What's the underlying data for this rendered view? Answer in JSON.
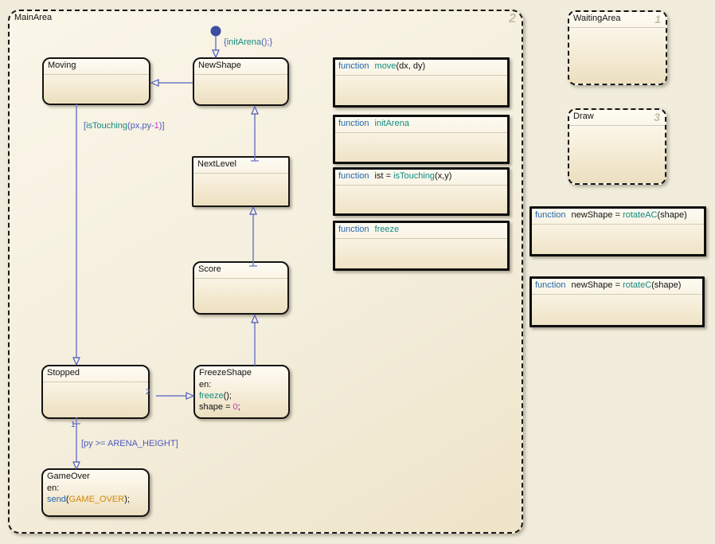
{
  "main_area": {
    "title": "MainArea",
    "order": "2"
  },
  "states": {
    "moving": {
      "title": "Moving"
    },
    "new_shape": {
      "title": "NewShape"
    },
    "next_level": {
      "title": "NextLevel"
    },
    "score": {
      "title": "Score"
    },
    "stopped": {
      "title": "Stopped"
    },
    "freeze_shape": {
      "title": "FreezeShape",
      "body": {
        "l1": "en:",
        "fn": "freeze",
        "fn_rest": "();",
        "l3_pre": "shape = ",
        "l3_num": "0",
        "l3_post": ";"
      }
    },
    "game_over": {
      "title": "GameOver",
      "body": {
        "l1": "en:",
        "kw": "send",
        "pre": "(",
        "event": "GAME_OVER",
        "post": ");"
      }
    }
  },
  "parallel": {
    "waiting_area": {
      "title": "WaitingArea",
      "order": "1"
    },
    "draw": {
      "title": "Draw",
      "order": "3"
    }
  },
  "functions": {
    "move": {
      "kw": "function",
      "mid": "",
      "name": "move",
      "rest": "(dx, dy)"
    },
    "init_arena": {
      "kw": "function",
      "mid": "",
      "name": "initArena",
      "rest": ""
    },
    "is_touching": {
      "kw": "function",
      "mid": "ist = ",
      "name": "isTouching",
      "rest": "(x,y)"
    },
    "freeze": {
      "kw": "function",
      "mid": "",
      "name": "freeze",
      "rest": ""
    },
    "rotate_ac": {
      "kw": "function",
      "mid": "newShape = ",
      "name": "rotateAC",
      "rest": "(shape)"
    },
    "rotate_c": {
      "kw": "function",
      "mid": "newShape = ",
      "name": "rotateC",
      "rest": "(shape)"
    }
  },
  "transitions": {
    "init": {
      "pre": "{",
      "fn": "initArena",
      "post": "();}"
    },
    "is_touching": {
      "pre": "[",
      "fn": "isTouching",
      "mid": "(px,py-",
      "num": "1",
      "post": ")]"
    },
    "game_over_cond": {
      "label": "[py >= ARENA_HEIGHT]"
    },
    "order_to_freeze": {
      "label": "2"
    },
    "order_to_gameover": {
      "label": "1"
    }
  },
  "colors": {
    "transition_line": "#717ac9",
    "transition_label": "#4d59bd",
    "keyword_blue": "#2565ab",
    "function_teal": "#12897f",
    "number_magenta": "#ce2fc4",
    "event_orange": "#d4880a"
  }
}
